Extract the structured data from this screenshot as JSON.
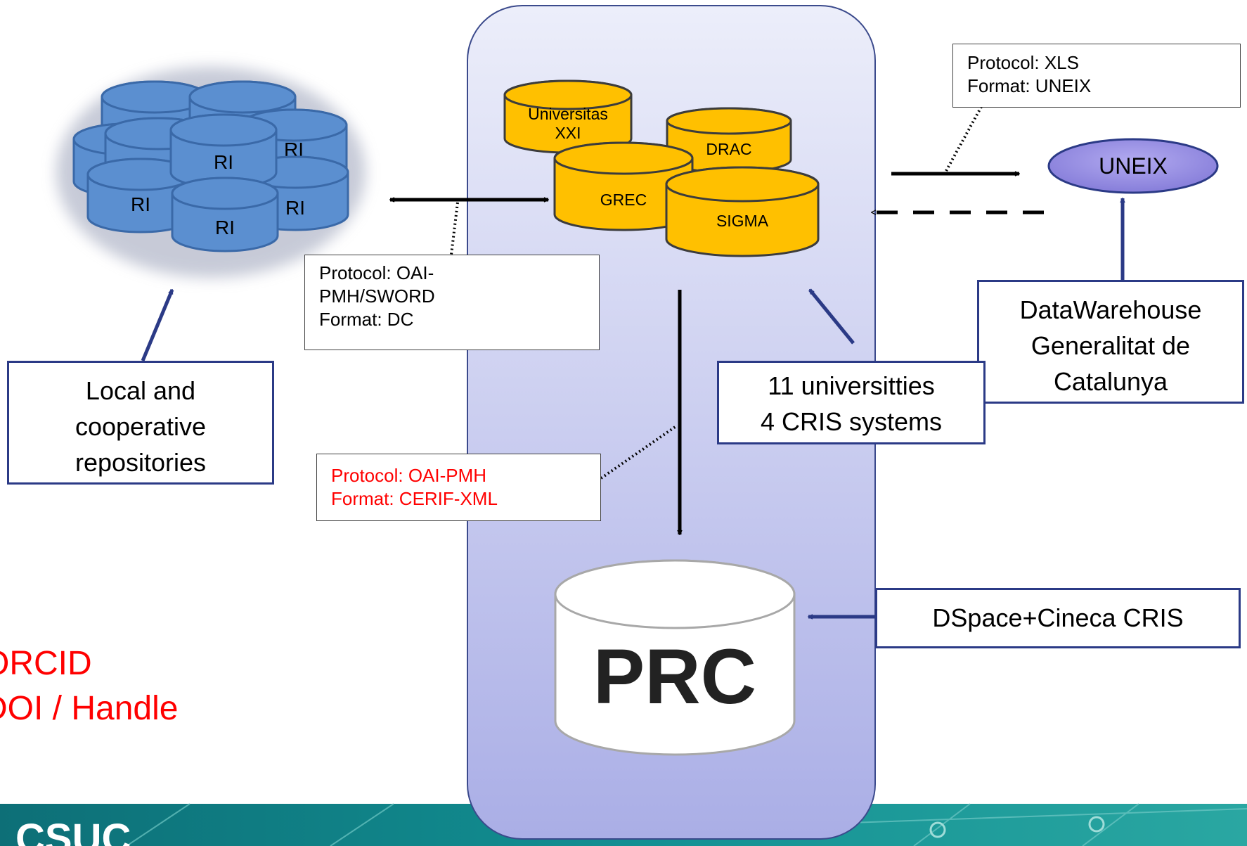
{
  "repositories": {
    "label": "RI",
    "caption": [
      "Local and",
      "cooperative",
      "repositories"
    ]
  },
  "cris_databases": [
    "Universitas XXI",
    "DRAC",
    "GREC",
    "SIGMA"
  ],
  "prc": {
    "label": "PRC"
  },
  "uneix": {
    "label": "UNEIX"
  },
  "datawarehouse": [
    "DataWarehouse",
    "Generalitat de",
    "Catalunya"
  ],
  "universities": [
    "11 universitties",
    "4 CRIS systems"
  ],
  "platform": {
    "label": "DSpace+Cineca CRIS"
  },
  "protocol_oai_sword": [
    "Protocol: OAI-",
    "PMH/SWORD",
    "Format: DC"
  ],
  "protocol_cerif": [
    "Protocol: OAI-PMH",
    "Format: CERIF-XML"
  ],
  "protocol_xls": [
    "Protocol: XLS",
    "Format: UNEIX"
  ],
  "identifiers": [
    "ORCID",
    "DOI / Handle"
  ],
  "footer": {
    "logo_text": "CSUC"
  },
  "colors": {
    "ri_blue": "#5b8fd0",
    "cris_yellow": "#ffc000",
    "central_panel": "#c7c8ee",
    "uneix_purple": "#8b84e0",
    "navy": "#2b3a86",
    "footer_teal": "#0e8a8d",
    "highlight_red": "#ff0000"
  }
}
